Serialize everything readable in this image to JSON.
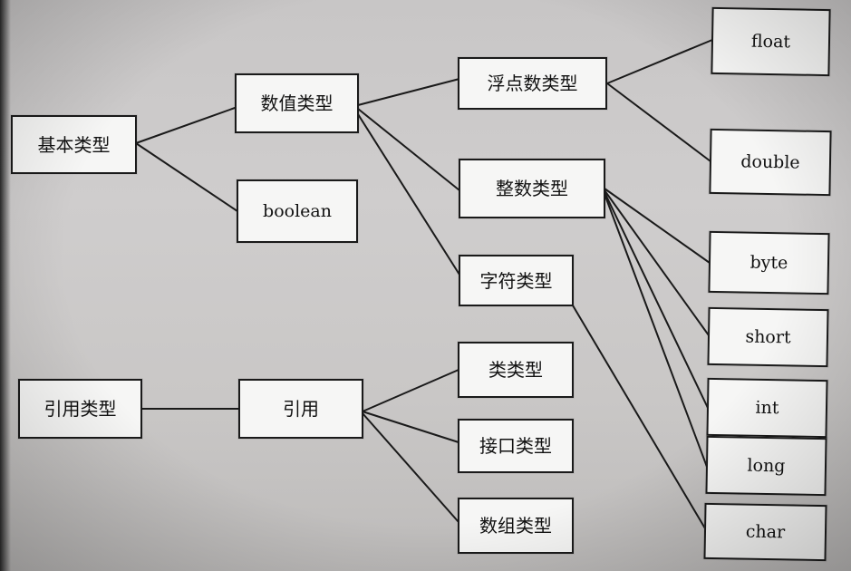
{
  "nodes": {
    "basic_types": "基本类型",
    "numeric_types": "数值类型",
    "boolean": "boolean",
    "floating_point_types": "浮点数类型",
    "integer_types": "整数类型",
    "character_type": "字符类型",
    "float": "float",
    "double": "double",
    "byte": "byte",
    "short": "short",
    "int": "int",
    "long": "long",
    "char": "char",
    "reference_types": "引用类型",
    "reference": "引用",
    "class_type": "类类型",
    "interface_type": "接口类型",
    "array_type": "数组类型"
  },
  "colors": {
    "stroke": "#1a1a1a",
    "box_fill": "#f6f6f5",
    "paper": "#cfcdcd"
  }
}
